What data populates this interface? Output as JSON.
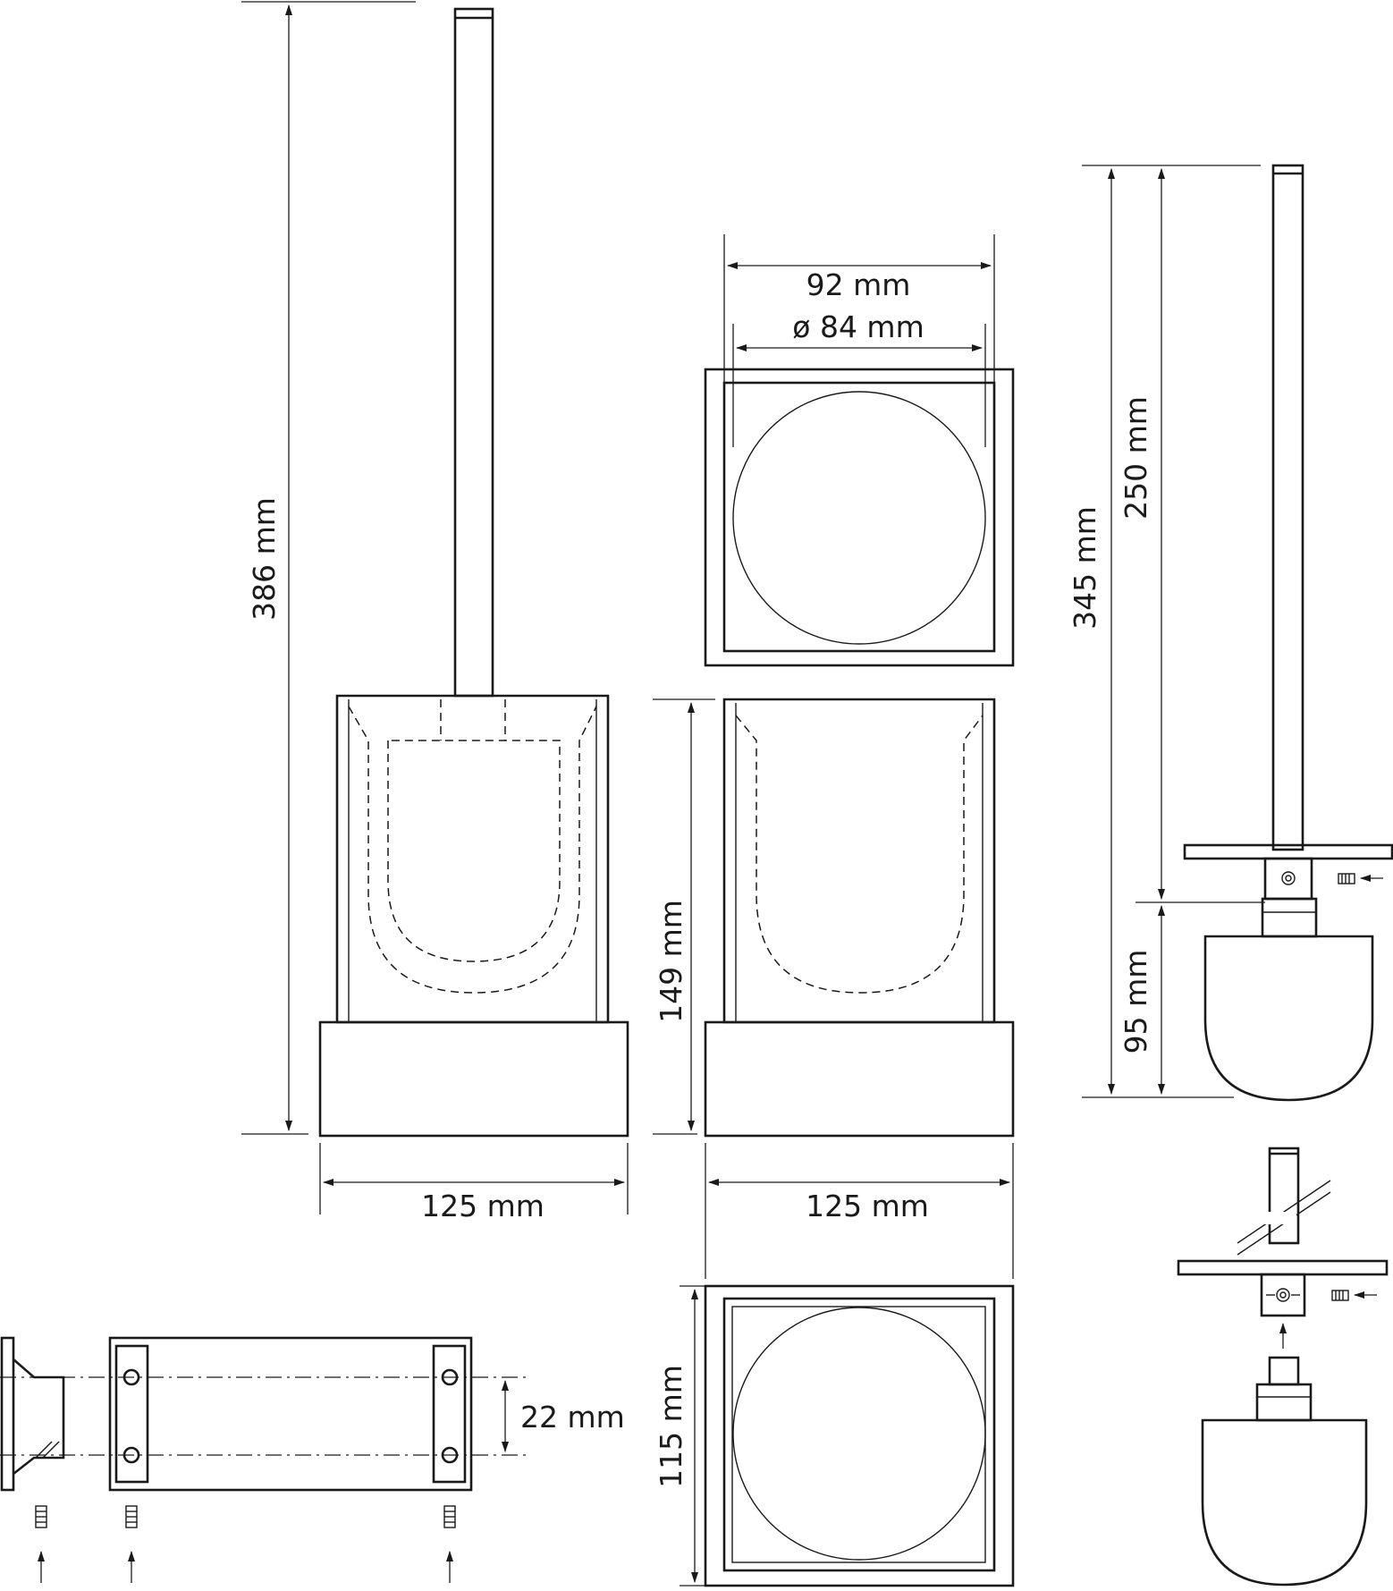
{
  "dimensions": {
    "height_total": "386 mm",
    "lid_outer_width": "92 mm",
    "lid_inner_diameter": "ø 84 mm",
    "brush_total_length": "345 mm",
    "brush_handle_length": "250 mm",
    "brush_head_length": "95 mm",
    "container_height": "149 mm",
    "base_width_left": "125 mm",
    "base_width_right": "125 mm",
    "base_depth": "115 mm",
    "mount_hole_spacing": "22 mm"
  },
  "colors": {
    "line": "#1a1a1a",
    "background": "#ffffff"
  }
}
